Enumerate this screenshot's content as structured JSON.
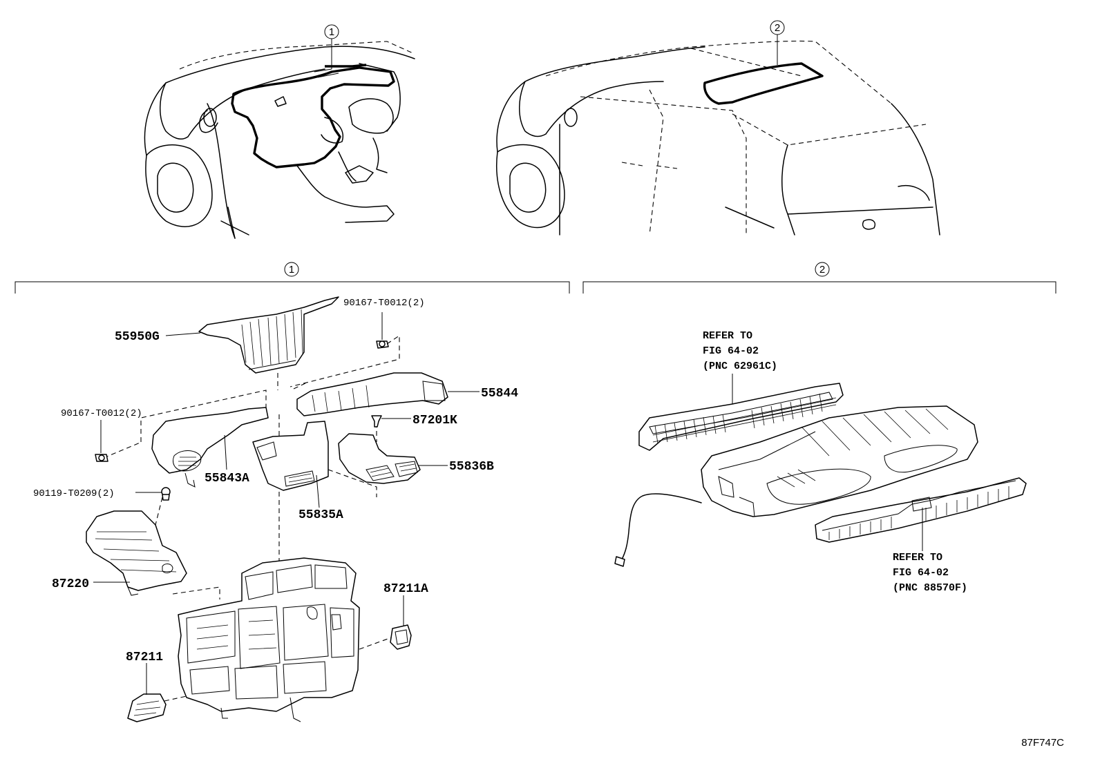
{
  "callouts": {
    "c1": "1",
    "c2": "2"
  },
  "sections": {
    "s1": "1",
    "s2": "2"
  },
  "parts": {
    "p55950G": "55950G",
    "p90167_top": "90167-T0012(2)",
    "p55844": "55844",
    "p90167_left": "90167-T0012(2)",
    "p87201K": "87201K",
    "p55843A": "55843A",
    "p55836B": "55836B",
    "p90119": "90119-T0209(2)",
    "p55835A": "55835A",
    "p87220": "87220",
    "p87211A": "87211A",
    "p87211": "87211"
  },
  "references": {
    "ref1": [
      "REFER TO",
      "FIG 64-02",
      "(PNC 62961C)"
    ],
    "ref2": [
      "REFER TO",
      "FIG 64-02",
      "(PNC 88570F)"
    ]
  },
  "diagram_code": "87F747C"
}
